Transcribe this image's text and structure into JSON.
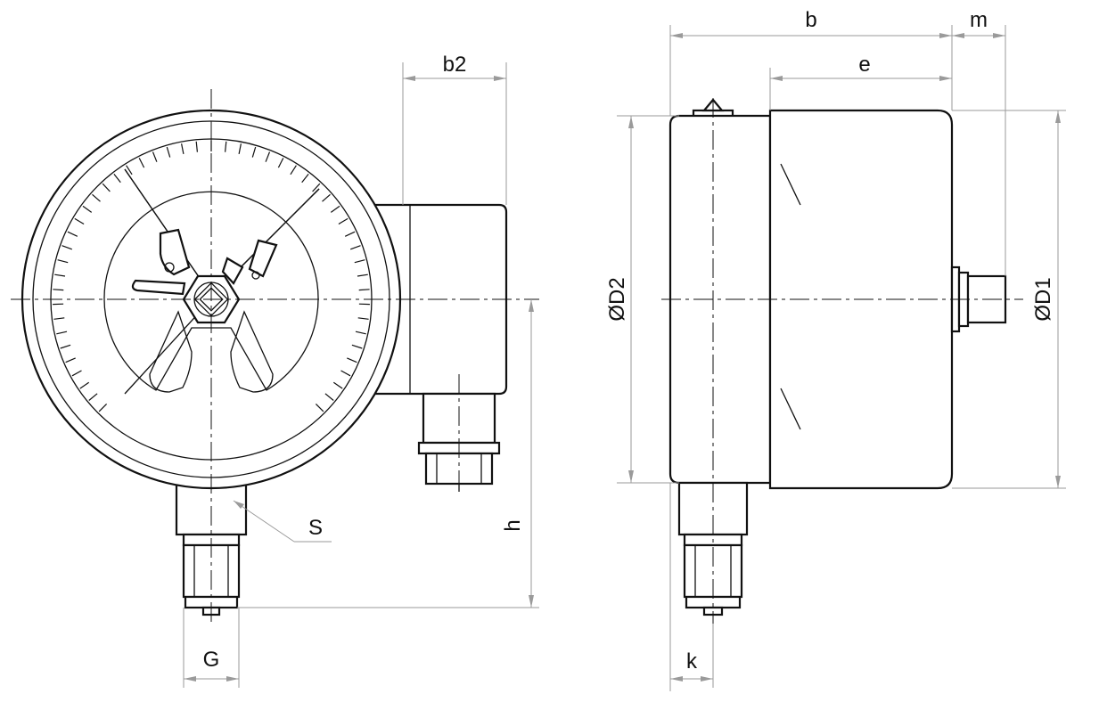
{
  "labels": {
    "b": "b",
    "b2": "b2",
    "m": "m",
    "e": "e",
    "d2": "ØD2",
    "d1": "ØD1",
    "h": "h",
    "s": "S",
    "g": "G",
    "k": "k"
  },
  "colors": {
    "outline": "#111111",
    "dimension": "#9a9a9a",
    "background": "#ffffff"
  }
}
